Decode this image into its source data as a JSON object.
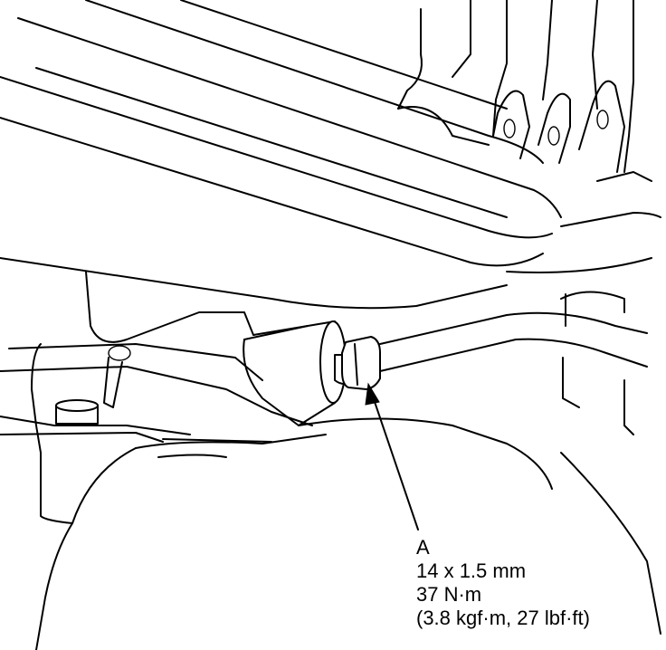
{
  "callout": {
    "letter": "A",
    "thread_size": "14 x 1.5 mm",
    "torque_nm": "37 N·m",
    "torque_alt": "(3.8 kgf·m, 27 lbf·ft)"
  }
}
